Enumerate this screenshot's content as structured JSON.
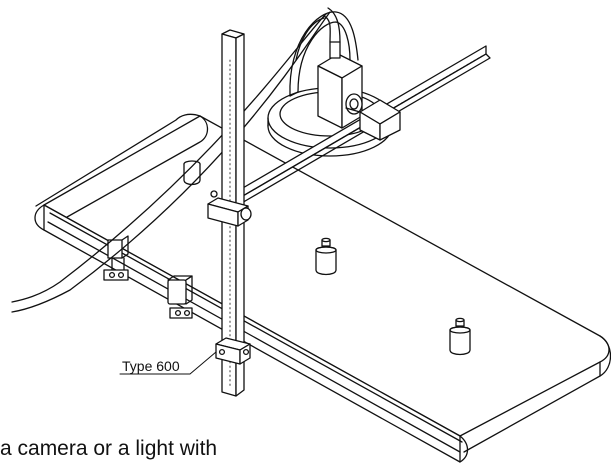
{
  "callout": {
    "label": "Type 600"
  },
  "caption": {
    "text": "a camera or a light with"
  },
  "colors": {
    "ink": "#111111",
    "paper": "#ffffff"
  },
  "icons": [
    "conveyor-belt-illustration",
    "camera-icon",
    "weight-icon",
    "mounting-clamp-icon",
    "ring-light-icon"
  ]
}
